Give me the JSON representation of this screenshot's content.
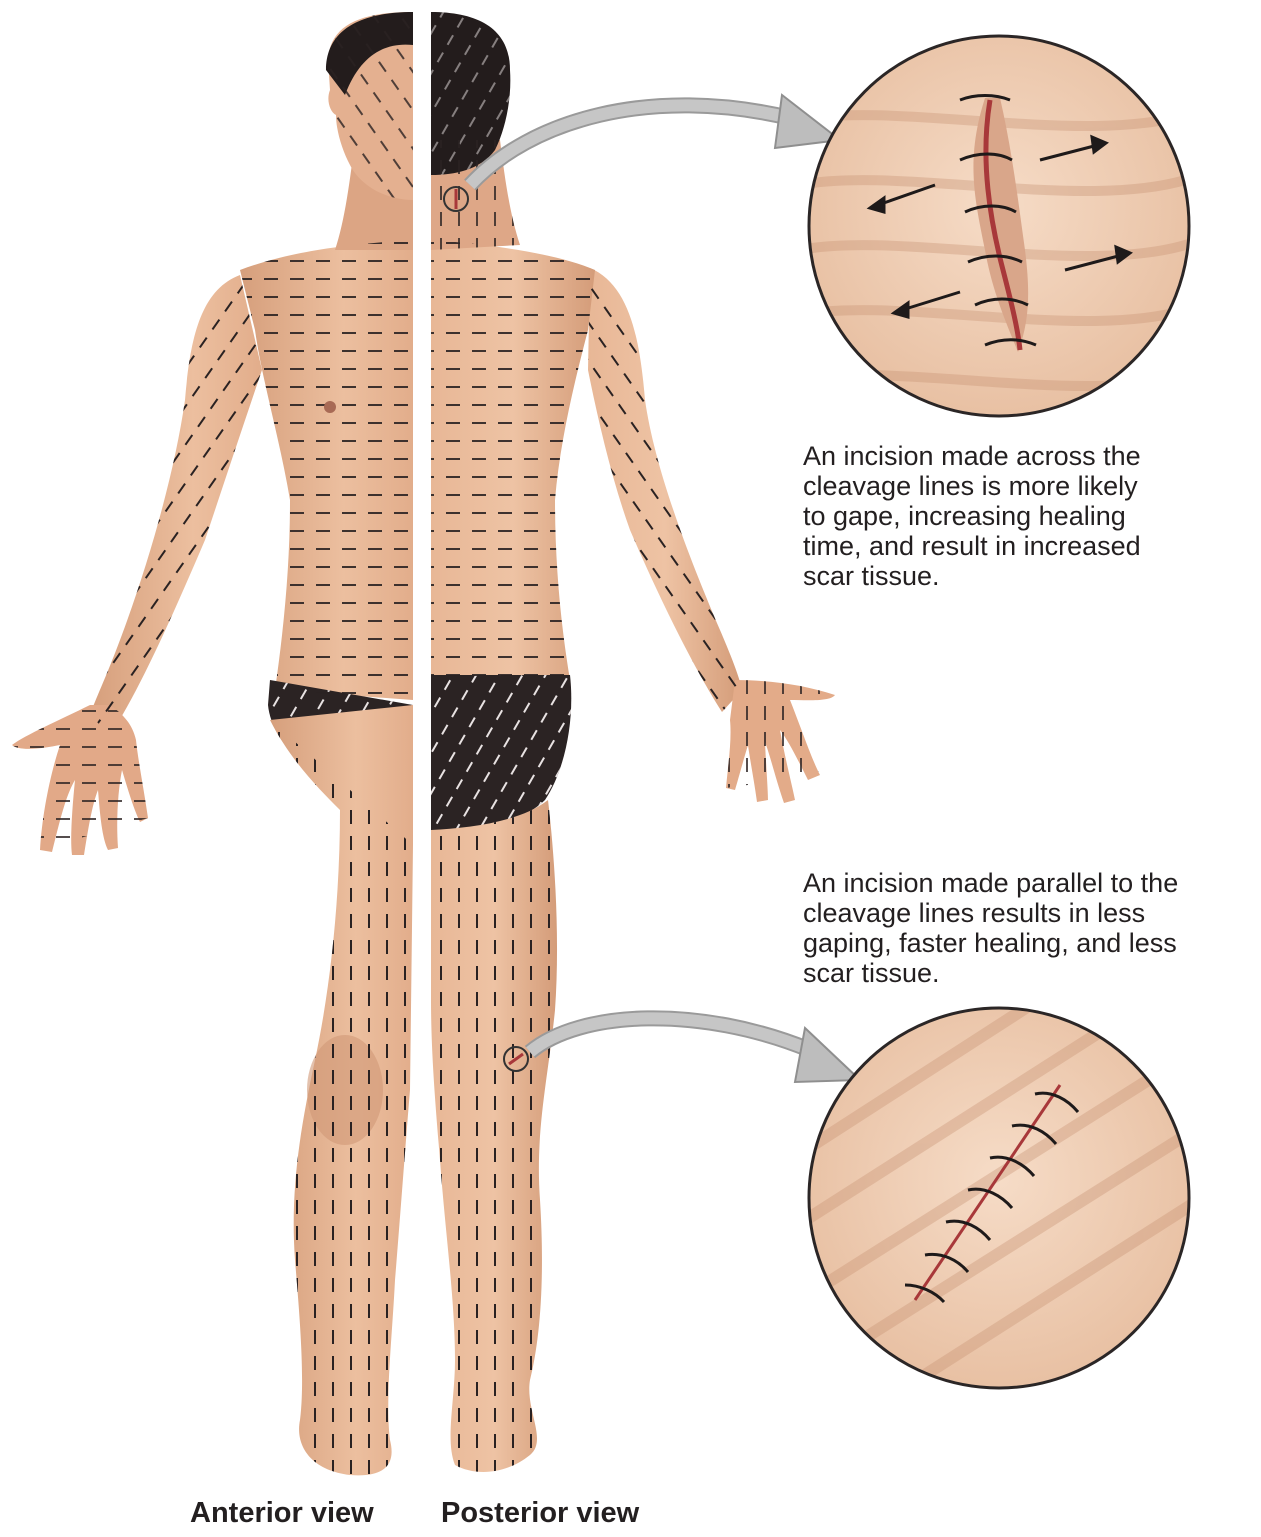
{
  "captions": {
    "across": [
      "An incision made across the",
      "cleavage lines is more likely",
      "to gape, increasing healing",
      "time, and result in increased",
      "scar tissue."
    ],
    "parallel": [
      "An incision made parallel to the",
      "cleavage lines results in less",
      "gaping, faster healing, and less",
      "scar tissue."
    ]
  },
  "views": {
    "anterior": "Anterior view",
    "posterior": "Posterior view"
  },
  "colors": {
    "skin": "#e9b896",
    "skin_shadow": "#c98f6c",
    "underwear": "#2b2323",
    "hair": "#231c1c",
    "cleavage_line": "#2a2222",
    "arrow_gray": "#bcbcbc",
    "suture": "#1e1a1a",
    "incision": "#a8383a",
    "zoom_skin": "#f1d0b6"
  }
}
